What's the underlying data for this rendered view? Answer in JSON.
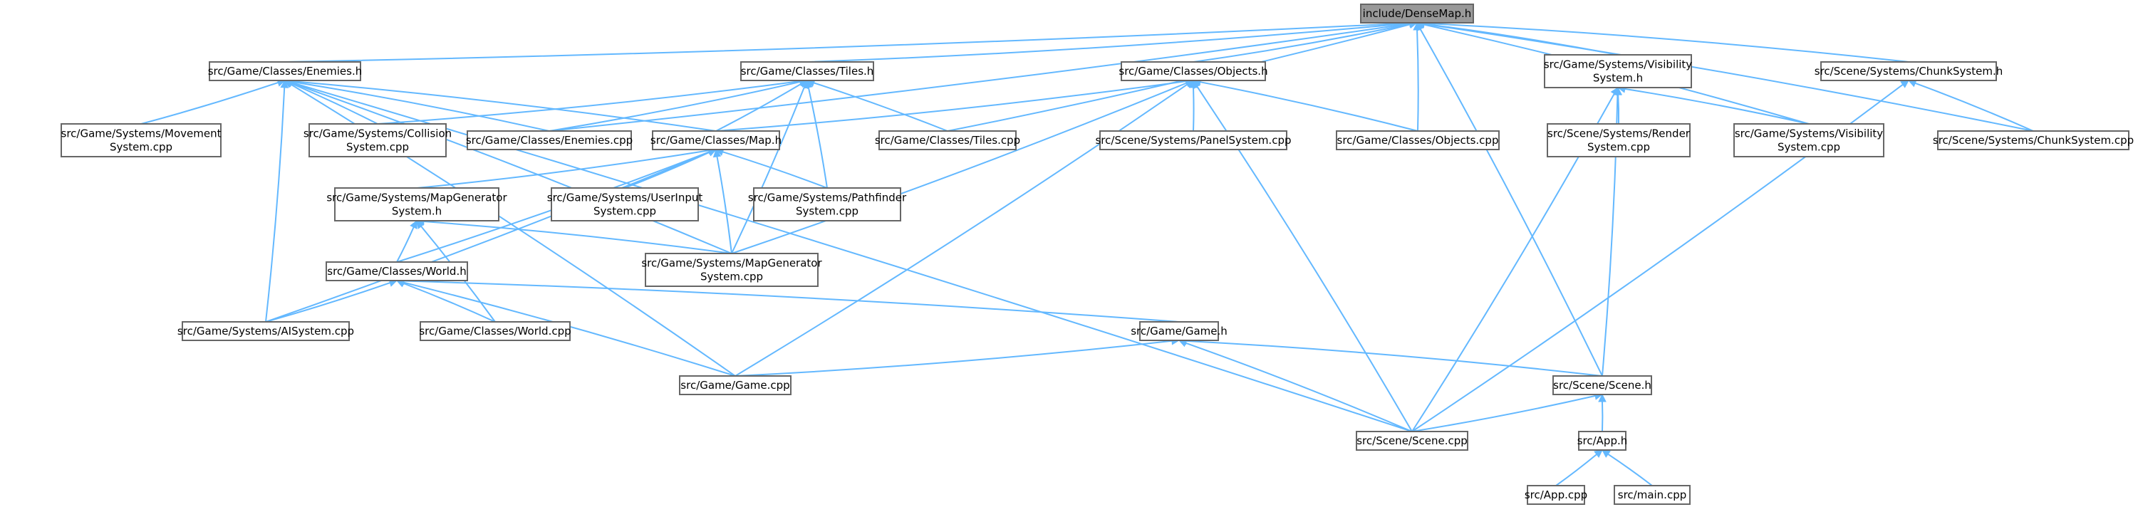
{
  "graph": {
    "edge_color": "#63b8ff",
    "node_border_color": "#666666",
    "root_fill_color": "#999999",
    "nodes": [
      {
        "id": "densemap",
        "lines": [
          "include/DenseMap.h"
        ],
        "root": true
      },
      {
        "id": "enemies_h",
        "lines": [
          "src/Game/Classes/Enemies.h"
        ]
      },
      {
        "id": "tiles_h",
        "lines": [
          "src/Game/Classes/Tiles.h"
        ]
      },
      {
        "id": "objects_h",
        "lines": [
          "src/Game/Classes/Objects.h"
        ]
      },
      {
        "id": "visibility_h",
        "lines": [
          "src/Game/Systems/Visibility",
          "System.h"
        ]
      },
      {
        "id": "chunk_h",
        "lines": [
          "src/Scene/Systems/ChunkSystem.h"
        ]
      },
      {
        "id": "movement_cpp",
        "lines": [
          "src/Game/Systems/Movement",
          "System.cpp"
        ]
      },
      {
        "id": "collision_cpp",
        "lines": [
          "src/Game/Systems/Collision",
          "System.cpp"
        ]
      },
      {
        "id": "enemies_cpp",
        "lines": [
          "src/Game/Classes/Enemies.cpp"
        ]
      },
      {
        "id": "map_h",
        "lines": [
          "src/Game/Classes/Map.h"
        ]
      },
      {
        "id": "tiles_cpp",
        "lines": [
          "src/Game/Classes/Tiles.cpp"
        ]
      },
      {
        "id": "panel_cpp",
        "lines": [
          "src/Scene/Systems/PanelSystem.cpp"
        ]
      },
      {
        "id": "objects_cpp",
        "lines": [
          "src/Game/Classes/Objects.cpp"
        ]
      },
      {
        "id": "render_cpp",
        "lines": [
          "src/Scene/Systems/Render",
          "System.cpp"
        ]
      },
      {
        "id": "visibility_cpp",
        "lines": [
          "src/Game/Systems/Visibility",
          "System.cpp"
        ]
      },
      {
        "id": "chunk_cpp",
        "lines": [
          "src/Scene/Systems/ChunkSystem.cpp"
        ]
      },
      {
        "id": "mapgen_h",
        "lines": [
          "src/Game/Systems/MapGenerator",
          "System.h"
        ]
      },
      {
        "id": "userinput_cpp",
        "lines": [
          "src/Game/Systems/UserInput",
          "System.cpp"
        ]
      },
      {
        "id": "pathfinder_cpp",
        "lines": [
          "src/Game/Systems/Pathfinder",
          "System.cpp"
        ]
      },
      {
        "id": "mapgen_cpp",
        "lines": [
          "src/Game/Systems/MapGenerator",
          "System.cpp"
        ]
      },
      {
        "id": "world_h",
        "lines": [
          "src/Game/Classes/World.h"
        ]
      },
      {
        "id": "aisystem_cpp",
        "lines": [
          "src/Game/Systems/AISystem.cpp"
        ]
      },
      {
        "id": "world_cpp",
        "lines": [
          "src/Game/Classes/World.cpp"
        ]
      },
      {
        "id": "game_h",
        "lines": [
          "src/Game/Game.h"
        ]
      },
      {
        "id": "game_cpp",
        "lines": [
          "src/Game/Game.cpp"
        ]
      },
      {
        "id": "scene_h",
        "lines": [
          "src/Scene/Scene.h"
        ]
      },
      {
        "id": "scene_cpp",
        "lines": [
          "src/Scene/Scene.cpp"
        ]
      },
      {
        "id": "app_h",
        "lines": [
          "src/App.h"
        ]
      },
      {
        "id": "app_cpp",
        "lines": [
          "src/App.cpp"
        ]
      },
      {
        "id": "main_cpp",
        "lines": [
          "src/main.cpp"
        ]
      }
    ],
    "edges": [
      [
        "densemap",
        "enemies_h"
      ],
      [
        "densemap",
        "tiles_h"
      ],
      [
        "densemap",
        "objects_h"
      ],
      [
        "densemap",
        "visibility_h"
      ],
      [
        "densemap",
        "chunk_h"
      ],
      [
        "densemap",
        "enemies_cpp"
      ],
      [
        "densemap",
        "tiles_cpp"
      ],
      [
        "densemap",
        "objects_cpp"
      ],
      [
        "densemap",
        "visibility_cpp"
      ],
      [
        "densemap",
        "chunk_cpp"
      ],
      [
        "densemap",
        "scene_h"
      ],
      [
        "enemies_h",
        "movement_cpp"
      ],
      [
        "enemies_h",
        "collision_cpp"
      ],
      [
        "enemies_h",
        "enemies_cpp"
      ],
      [
        "enemies_h",
        "map_h"
      ],
      [
        "enemies_h",
        "mapgen_cpp"
      ],
      [
        "enemies_h",
        "aisystem_cpp"
      ],
      [
        "enemies_h",
        "game_cpp"
      ],
      [
        "enemies_h",
        "scene_cpp"
      ],
      [
        "tiles_h",
        "collision_cpp"
      ],
      [
        "tiles_h",
        "enemies_cpp"
      ],
      [
        "tiles_h",
        "map_h"
      ],
      [
        "tiles_h",
        "tiles_cpp"
      ],
      [
        "tiles_h",
        "pathfinder_cpp"
      ],
      [
        "tiles_h",
        "mapgen_cpp"
      ],
      [
        "objects_h",
        "map_h"
      ],
      [
        "objects_h",
        "panel_cpp"
      ],
      [
        "objects_h",
        "objects_cpp"
      ],
      [
        "objects_h",
        "mapgen_cpp"
      ],
      [
        "objects_h",
        "game_cpp"
      ],
      [
        "objects_h",
        "scene_cpp"
      ],
      [
        "visibility_h",
        "render_cpp"
      ],
      [
        "visibility_h",
        "visibility_cpp"
      ],
      [
        "visibility_h",
        "scene_h"
      ],
      [
        "visibility_h",
        "scene_cpp"
      ],
      [
        "chunk_h",
        "chunk_cpp"
      ],
      [
        "chunk_h",
        "scene_cpp"
      ],
      [
        "map_h",
        "mapgen_h"
      ],
      [
        "map_h",
        "userinput_cpp"
      ],
      [
        "map_h",
        "pathfinder_cpp"
      ],
      [
        "map_h",
        "mapgen_cpp"
      ],
      [
        "map_h",
        "world_h"
      ],
      [
        "map_h",
        "aisystem_cpp"
      ],
      [
        "mapgen_h",
        "mapgen_cpp"
      ],
      [
        "mapgen_h",
        "world_h"
      ],
      [
        "mapgen_h",
        "world_cpp"
      ],
      [
        "world_h",
        "aisystem_cpp"
      ],
      [
        "world_h",
        "world_cpp"
      ],
      [
        "world_h",
        "game_h"
      ],
      [
        "world_h",
        "game_cpp"
      ],
      [
        "game_h",
        "game_cpp"
      ],
      [
        "game_h",
        "scene_h"
      ],
      [
        "game_h",
        "scene_cpp"
      ],
      [
        "scene_h",
        "scene_cpp"
      ],
      [
        "scene_h",
        "app_h"
      ],
      [
        "app_h",
        "app_cpp"
      ],
      [
        "app_h",
        "main_cpp"
      ]
    ]
  }
}
